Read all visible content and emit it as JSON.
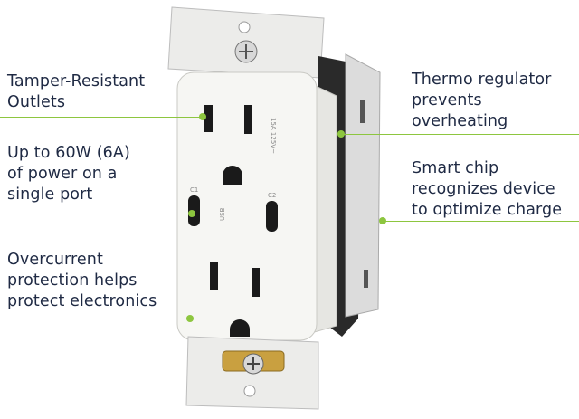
{
  "callouts": {
    "tamper": {
      "text": "Tamper-Resistant\nOutlets"
    },
    "power": {
      "text": "Up to 60W (6A)\nof power on a\nsingle port"
    },
    "overcurrent": {
      "text": "Overcurrent\nprotection helps\nprotect electronics"
    },
    "thermo": {
      "text": "Thermo regulator\nprevents\noverheating"
    },
    "smartchip": {
      "text": "Smart chip\nrecognizes device\nto optimize charge"
    }
  },
  "colors": {
    "accent": "#8dc63f",
    "text": "#1f2a44",
    "receptacle_face": "#f6f6f3",
    "wallplate_strap": "#ececea",
    "housing_dark": "#2a2a2a"
  },
  "product": {
    "face_marking_top": "15A 125V~",
    "face_marking_side": "USB",
    "port_label_left": "C1",
    "port_label_right": "C2"
  }
}
